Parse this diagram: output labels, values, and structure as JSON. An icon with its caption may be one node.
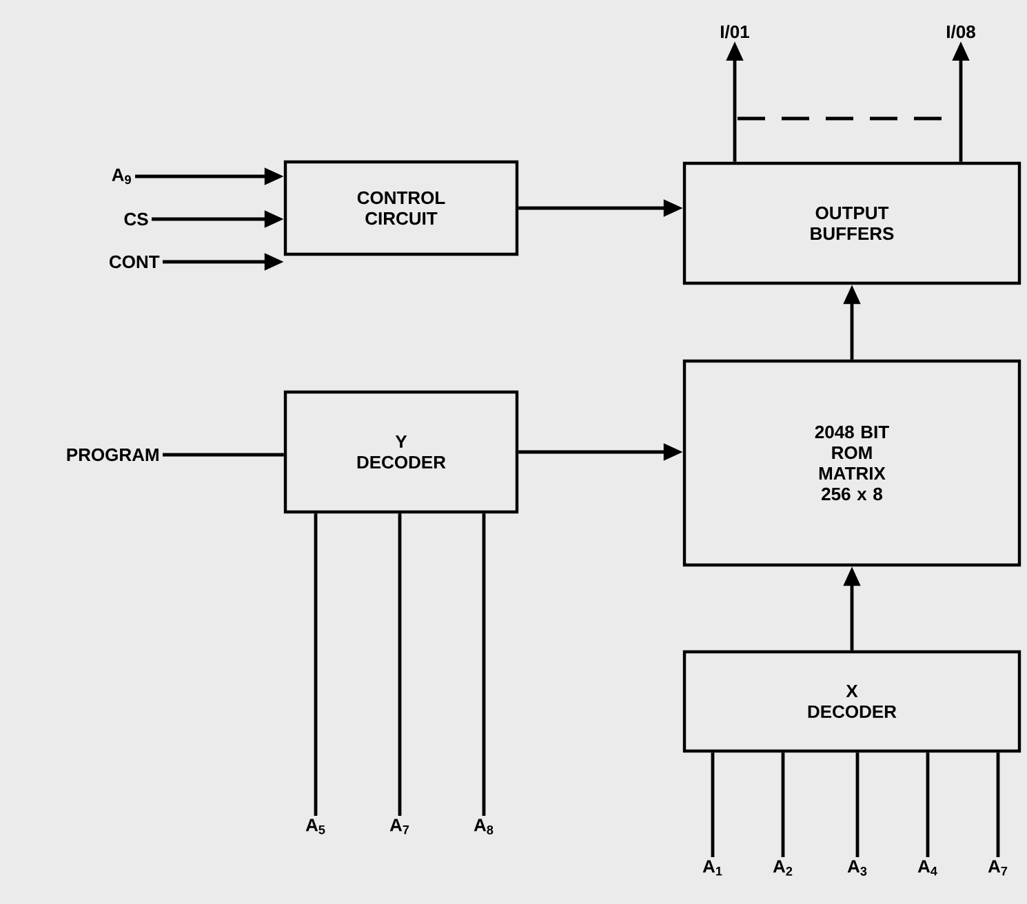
{
  "diagram": {
    "nodes": [
      {
        "text": [
          "CONTROL CIRCUIT"
        ]
      },
      {
        "text": [
          "OUTPUT BUFFERS"
        ]
      },
      {
        "text": [
          "Y DECODER"
        ]
      },
      {
        "text": [
          "2048 BIT ROM MATRIX 256 x 8"
        ]
      },
      {
        "text": [
          "X DECODER"
        ]
      },
      {
        "text": [
          "A$_{9}$"
        ]
      },
      {
        "text": [
          "CS"
        ]
      },
      {
        "text": [
          "CONT"
        ]
      },
      {
        "text": [
          "PROGRAM"
        ]
      },
      {
        "text": [
          "A$_{5}$"
        ]
      },
      {
        "text": [
          "A$_{7}$"
        ]
      },
      {
        "text": [
          "A$_{8}$"
        ]
      },
      {
        "text": [
          "A$_{1}$"
        ]
      },
      {
        "text": [
          "A$_{2}$"
        ]
      },
      {
        "text": [
          "A$_{3}$"
        ]
      },
      {
        "text": [
          "A$_{4}$"
        ]
      },
      {
        "text": [
          "A$_{7}$"
        ]
      },
      {
        "text": [
          "I/01"
        ]
      },
      {
        "text": [
          "I/08"
        ]
      }
    ],
    "edges": [
      {
        "from": 5,
        "to": 0,
        "arrow": "to"
      },
      {
        "from": 6,
        "to": 0,
        "arrow": "to"
      },
      {
        "from": 7,
        "to": 0,
        "arrow": "to"
      },
      {
        "from": 0,
        "to": 1,
        "arrow": "to"
      },
      {
        "from": 8,
        "to": 2,
        "arrow": "none"
      },
      {
        "from": 2,
        "to": 3,
        "arrow": "to"
      },
      {
        "from": 3,
        "to": 1,
        "arrow": "to"
      },
      {
        "from": 4,
        "to": 3,
        "arrow": "to"
      },
      {
        "from": 2,
        "to": 9,
        "arrow": "none"
      },
      {
        "from": 2,
        "to": 10,
        "arrow": "none"
      },
      {
        "from": 2,
        "to": 11,
        "arrow": "none"
      },
      {
        "from": 4,
        "to": 12,
        "arrow": "none"
      },
      {
        "from": 4,
        "to": 13,
        "arrow": "none"
      },
      {
        "from": 4,
        "to": 14,
        "arrow": "none"
      },
      {
        "from": 4,
        "to": 15,
        "arrow": "none"
      },
      {
        "from": 4,
        "to": 16,
        "arrow": "none"
      },
      {
        "from": 1,
        "to": 17,
        "arrow": "to"
      },
      {
        "from": 1,
        "to": 18,
        "arrow": "to"
      }
    ]
  }
}
